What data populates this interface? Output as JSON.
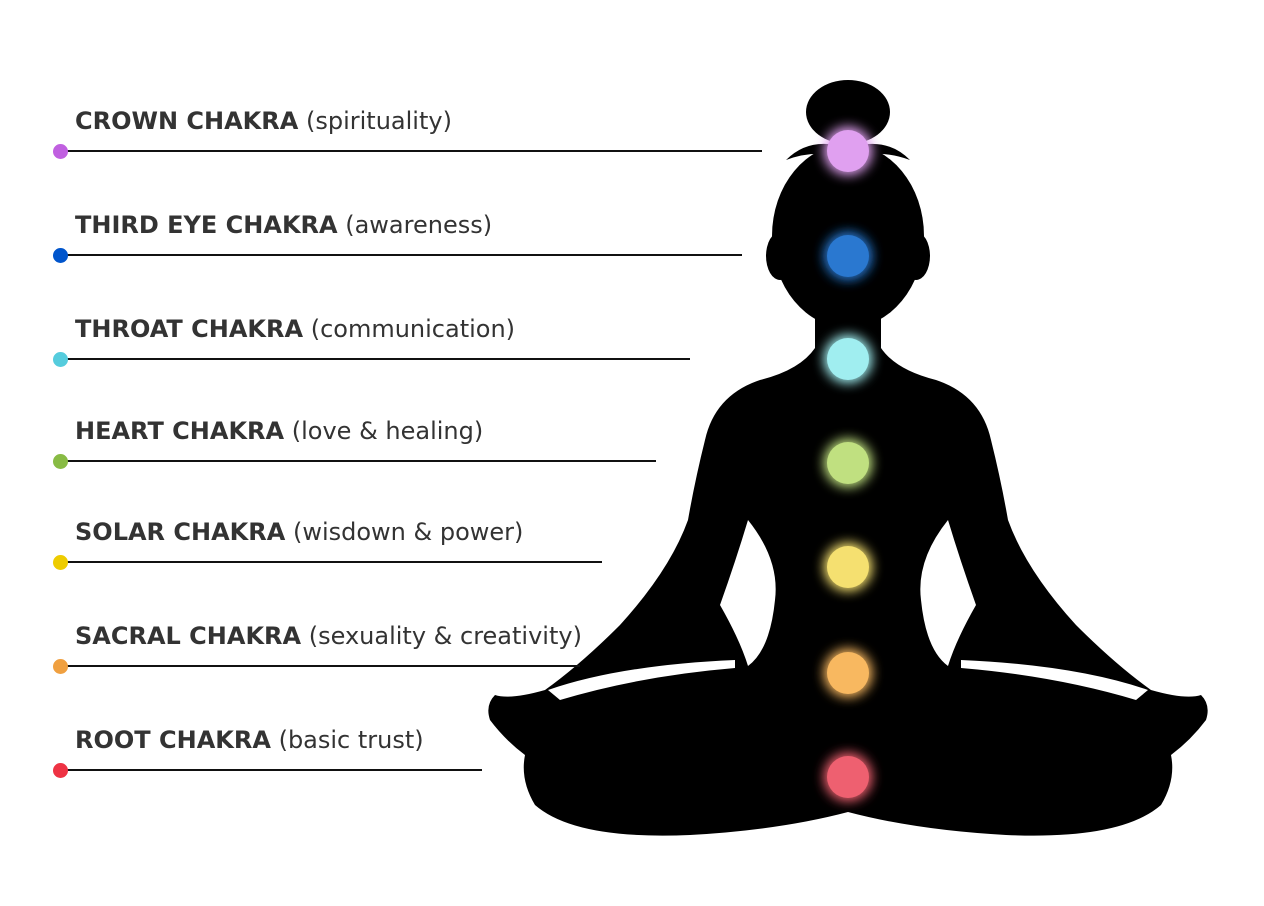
{
  "chakras": [
    {
      "name": "CROWN CHAKRA",
      "desc": "(spirituality)",
      "dot_color": "#c060e0",
      "glow_color": "#e0a0f0"
    },
    {
      "name": "THIRD EYE CHAKRA",
      "desc": "(awareness)",
      "dot_color": "#0055cc",
      "glow_color": "#2a78d0"
    },
    {
      "name": "THROAT CHAKRA",
      "desc": "(communication)",
      "dot_color": "#55ccdd",
      "glow_color": "#a0eef0"
    },
    {
      "name": "HEART CHAKRA",
      "desc": "(love & healing)",
      "dot_color": "#88bb44",
      "glow_color": "#c0e080"
    },
    {
      "name": "SOLAR CHAKRA",
      "desc": "(wisdown & power)",
      "dot_color": "#eecc00",
      "glow_color": "#f5e070"
    },
    {
      "name": "SACRAL CHAKRA",
      "desc": "(sexuality & creativity)",
      "dot_color": "#f0a040",
      "glow_color": "#f8b860"
    },
    {
      "name": "ROOT CHAKRA",
      "desc": "(basic trust)",
      "dot_color": "#ee3344",
      "glow_color": "#ee6070"
    }
  ],
  "figure": {
    "silhouette_color": "#000000"
  }
}
